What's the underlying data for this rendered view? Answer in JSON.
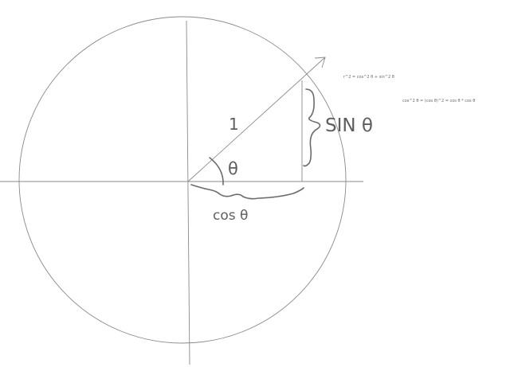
{
  "labels": {
    "hypotenuse": "1",
    "angle": "θ",
    "opposite": "SIN θ",
    "adjacent": "cos θ"
  },
  "notes": {
    "line1": "r^2 = cos^2 θ + sin^2 θ",
    "line2": "cos^2 θ = (cos θ)^2 = cos θ * cos θ"
  },
  "colors": {
    "stroke": "#8a8a8a",
    "ink": "#6b6b6b"
  }
}
